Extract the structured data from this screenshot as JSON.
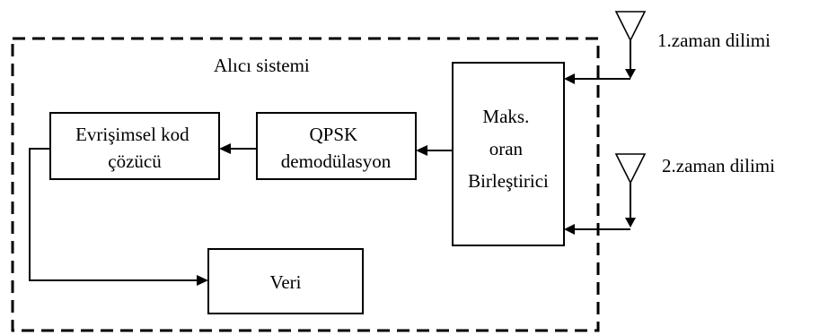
{
  "system": {
    "title": "Alıcı sistemi"
  },
  "blocks": {
    "combiner": [
      "Maks.",
      "oran",
      "Birleştirici"
    ],
    "qpsk": [
      "QPSK",
      "demodülasyon"
    ],
    "decoder": [
      "Evrişimsel kod",
      "çözücü"
    ],
    "data": [
      "Veri"
    ]
  },
  "antennas": {
    "first": "1.zaman dilimi",
    "second": "2.zaman dilimi"
  }
}
